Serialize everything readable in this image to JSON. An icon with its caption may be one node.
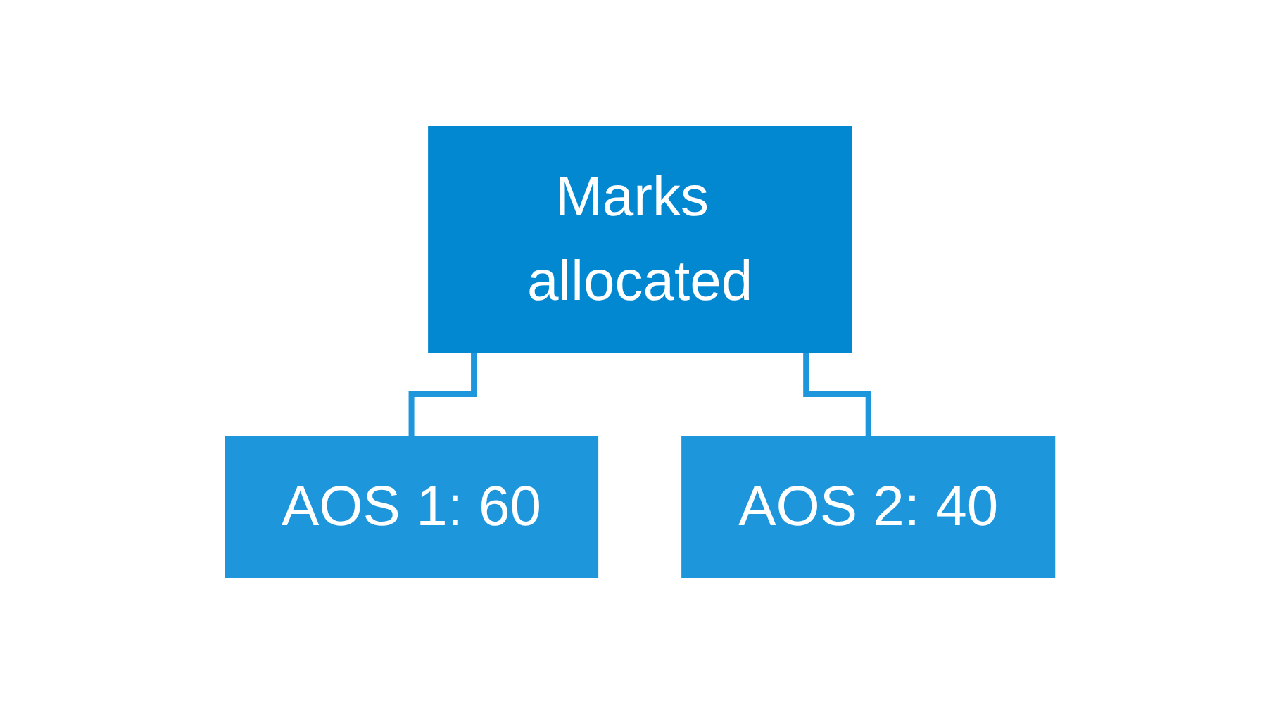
{
  "diagram": {
    "nodes": [
      {
        "text": [
          "Marks allocated"
        ]
      },
      {
        "text": [
          "AOS 1: 60"
        ]
      },
      {
        "text": [
          "AOS 2: 40"
        ]
      }
    ],
    "edges": [
      {
        "from": 0,
        "to": 1,
        "arrow": "none"
      },
      {
        "from": 0,
        "to": 2,
        "arrow": "none"
      }
    ]
  }
}
